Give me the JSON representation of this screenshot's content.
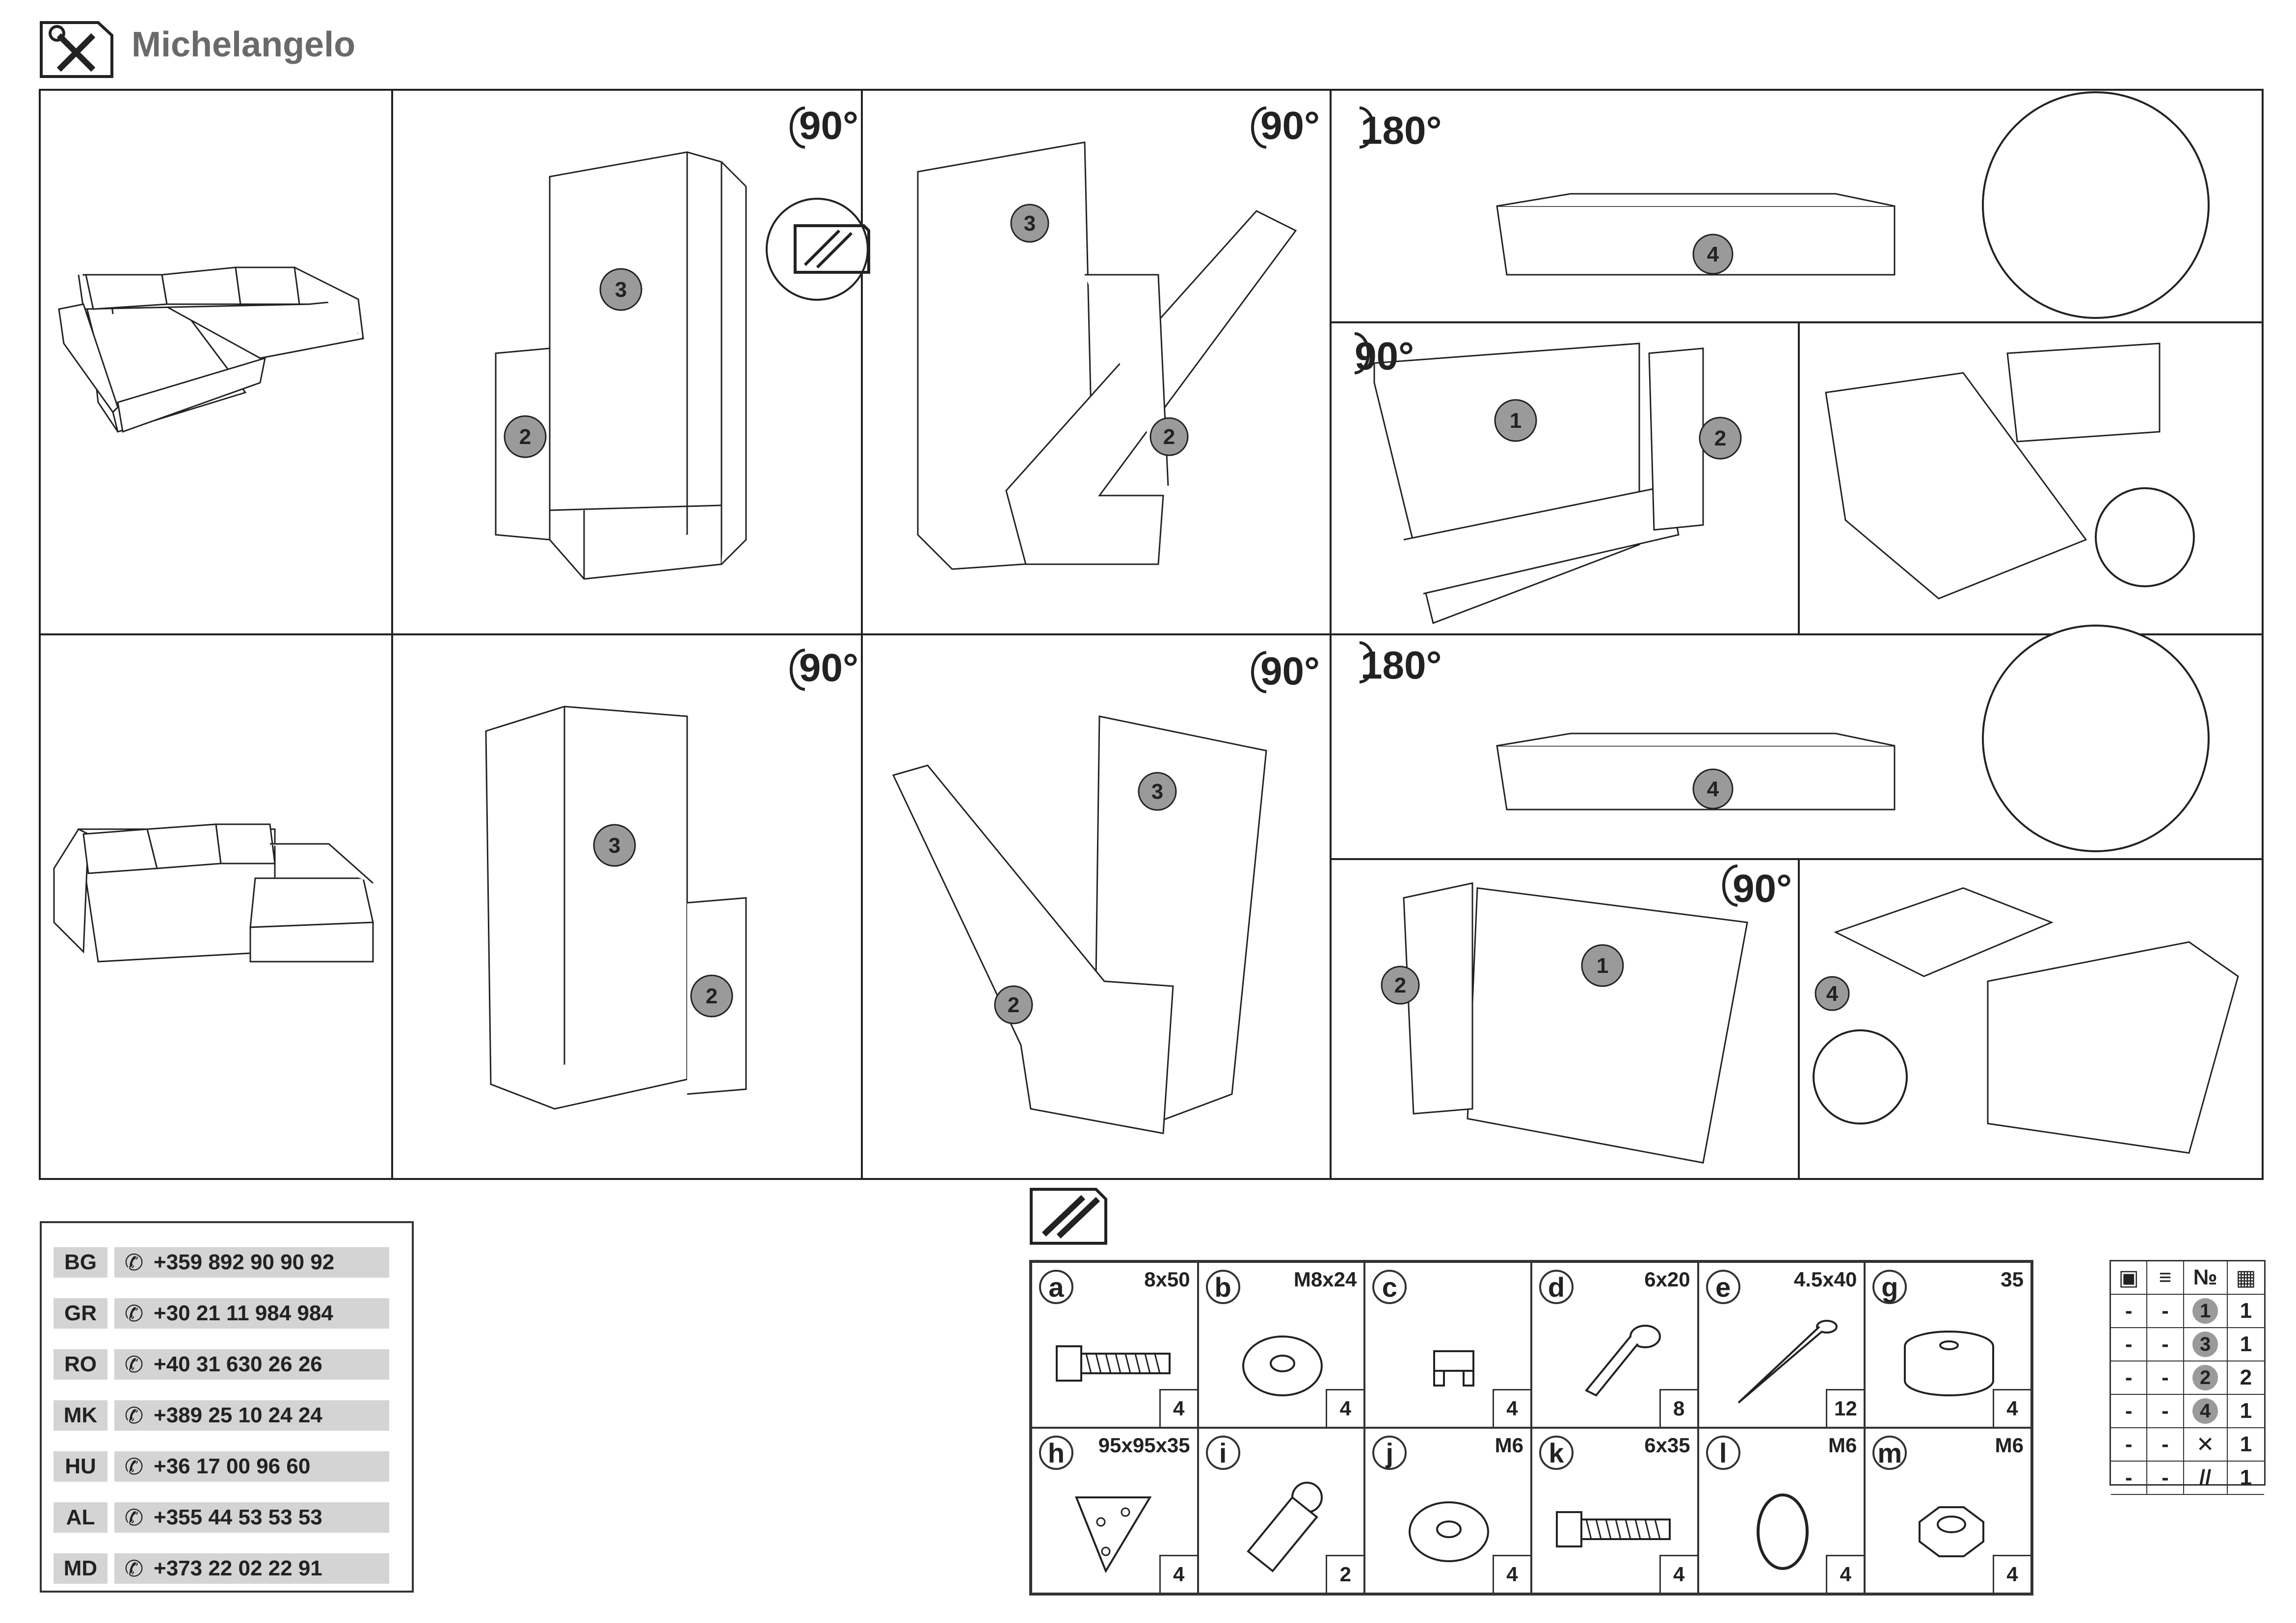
{
  "header": {
    "title": "Michelangelo",
    "icon": "tools-icon"
  },
  "rotations": {
    "r1": "90°",
    "r2": "90°",
    "r3": "180°",
    "r4": "90°",
    "r5": "90°",
    "r6": "90°",
    "r7": "180°",
    "r8": "90°"
  },
  "phones": [
    {
      "code": "BG",
      "number": "+359 892 90 90 92"
    },
    {
      "code": "GR",
      "number": "+30 21 11 984 984"
    },
    {
      "code": "RO",
      "number": "+40 31 630 26 26"
    },
    {
      "code": "MK",
      "number": "+389 25 10 24 24"
    },
    {
      "code": "HU",
      "number": "+36 17 00 96 60"
    },
    {
      "code": "AL",
      "number": "+355 44 53 53 53"
    },
    {
      "code": "MD",
      "number": "+373 22 02 22 91"
    }
  ],
  "parts": [
    {
      "letter": "a",
      "size": "8x50",
      "qty": "4",
      "icon": "bolt-icon"
    },
    {
      "letter": "b",
      "size": "M8x24",
      "qty": "4",
      "icon": "washer-icon"
    },
    {
      "letter": "c",
      "size": "",
      "qty": "4",
      "icon": "bracket-icon"
    },
    {
      "letter": "d",
      "size": "6x20",
      "qty": "8",
      "icon": "screw-icon"
    },
    {
      "letter": "e",
      "size": "4.5x40",
      "qty": "12",
      "icon": "wood-screw-icon"
    },
    {
      "letter": "g",
      "size": "35",
      "qty": "4",
      "icon": "foot-icon"
    },
    {
      "letter": "h",
      "size": "95x95x35",
      "qty": "4",
      "icon": "corner-plate-icon"
    },
    {
      "letter": "i",
      "size": "",
      "qty": "2",
      "icon": "hinge-icon"
    },
    {
      "letter": "j",
      "size": "M6",
      "qty": "4",
      "icon": "washer-icon"
    },
    {
      "letter": "k",
      "size": "6x35",
      "qty": "4",
      "icon": "bolt-icon"
    },
    {
      "letter": "l",
      "size": "M6",
      "qty": "4",
      "icon": "spring-washer-icon"
    },
    {
      "letter": "m",
      "size": "M6",
      "qty": "4",
      "icon": "nut-icon"
    }
  ],
  "packages": {
    "header": {
      "no": "№"
    },
    "rows": [
      {
        "a": "-",
        "b": "-",
        "no": "1",
        "qty": "1",
        "kind": "number"
      },
      {
        "a": "-",
        "b": "-",
        "no": "3",
        "qty": "1",
        "kind": "number"
      },
      {
        "a": "-",
        "b": "-",
        "no": "2",
        "qty": "2",
        "kind": "number"
      },
      {
        "a": "-",
        "b": "-",
        "no": "4",
        "qty": "1",
        "kind": "number"
      },
      {
        "a": "-",
        "b": "-",
        "no": "",
        "qty": "1",
        "kind": "tools-icon"
      },
      {
        "a": "-",
        "b": "-",
        "no": "",
        "qty": "1",
        "kind": "hardware-icon"
      }
    ]
  },
  "parts_panel_icon": "hardware-icon"
}
